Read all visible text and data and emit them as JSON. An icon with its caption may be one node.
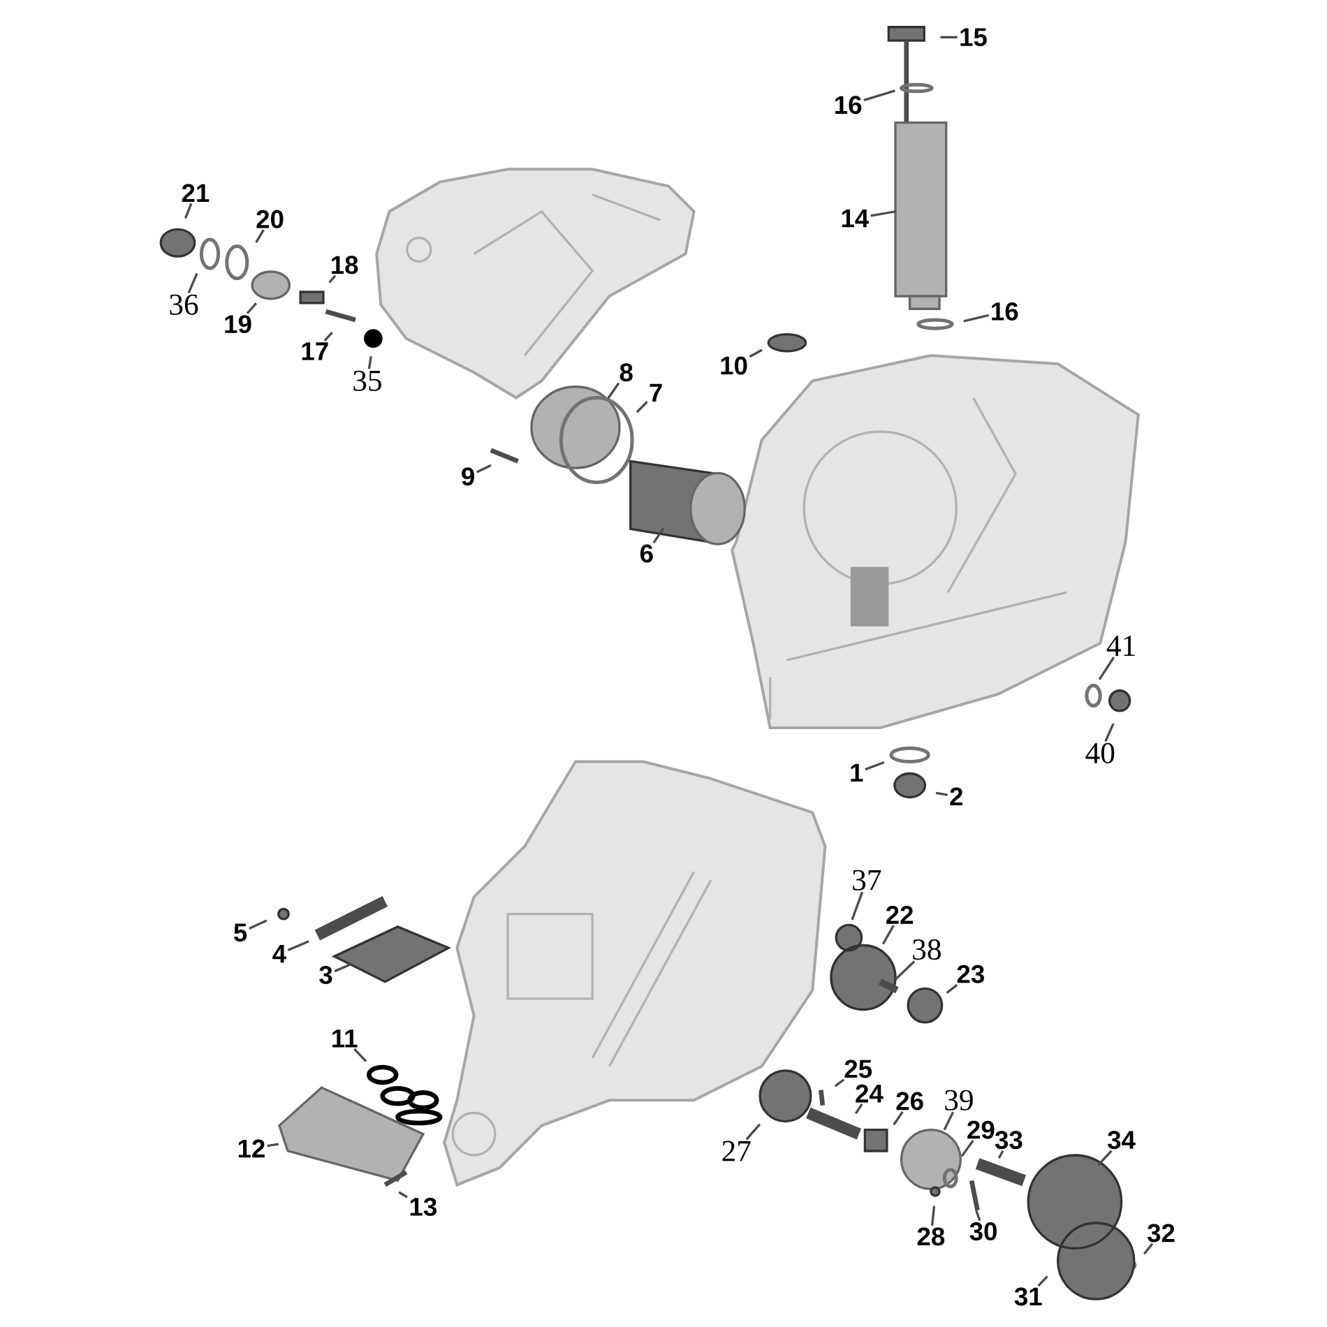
{
  "diagram": {
    "nodes": [
      {
        "text": [
          "15"
        ]
      },
      {
        "text": [
          "16"
        ]
      },
      {
        "text": [
          "21"
        ]
      },
      {
        "text": [
          "20"
        ]
      },
      {
        "text": [
          "14"
        ]
      },
      {
        "text": [
          "18"
        ]
      },
      {
        "text": [
          "36"
        ]
      },
      {
        "text": [
          "16"
        ]
      },
      {
        "text": [
          "19"
        ]
      },
      {
        "text": [
          "17"
        ]
      },
      {
        "text": [
          "10"
        ]
      },
      {
        "text": [
          "35"
        ]
      },
      {
        "text": [
          "8"
        ]
      },
      {
        "text": [
          "7"
        ]
      },
      {
        "text": [
          "9"
        ]
      },
      {
        "text": [
          "6"
        ]
      },
      {
        "text": [
          "41"
        ]
      },
      {
        "text": [
          "40"
        ]
      },
      {
        "text": [
          "1"
        ]
      },
      {
        "text": [
          "2"
        ]
      },
      {
        "text": [
          "37"
        ]
      },
      {
        "text": [
          "22"
        ]
      },
      {
        "text": [
          "5"
        ]
      },
      {
        "text": [
          "38"
        ]
      },
      {
        "text": [
          "4"
        ]
      },
      {
        "text": [
          "23"
        ]
      },
      {
        "text": [
          "3"
        ]
      },
      {
        "text": [
          "11"
        ]
      },
      {
        "text": [
          "25"
        ]
      },
      {
        "text": [
          "24"
        ]
      },
      {
        "text": [
          "26"
        ]
      },
      {
        "text": [
          "39"
        ]
      },
      {
        "text": [
          "29"
        ]
      },
      {
        "text": [
          "33"
        ]
      },
      {
        "text": [
          "27"
        ]
      },
      {
        "text": [
          "34"
        ]
      },
      {
        "text": [
          "12"
        ]
      },
      {
        "text": [
          "13"
        ]
      },
      {
        "text": [
          "28"
        ]
      },
      {
        "text": [
          "30"
        ]
      },
      {
        "text": [
          "32"
        ]
      },
      {
        "text": [
          "31"
        ]
      }
    ],
    "edges": [
      {
        "from": 0,
        "to": null,
        "arrow": "none"
      },
      {
        "from": 1,
        "to": null,
        "arrow": "none"
      },
      {
        "from": 2,
        "to": null,
        "arrow": "none"
      },
      {
        "from": 3,
        "to": null,
        "arrow": "none"
      },
      {
        "from": 4,
        "to": null,
        "arrow": "none"
      },
      {
        "from": 5,
        "to": null,
        "arrow": "none"
      },
      {
        "from": 6,
        "to": null,
        "arrow": "none"
      },
      {
        "from": 7,
        "to": null,
        "arrow": "none"
      },
      {
        "from": 8,
        "to": null,
        "arrow": "none"
      },
      {
        "from": 9,
        "to": null,
        "arrow": "none"
      },
      {
        "from": 10,
        "to": null,
        "arrow": "none"
      },
      {
        "from": 11,
        "to": null,
        "arrow": "none"
      },
      {
        "from": 12,
        "to": null,
        "arrow": "none"
      },
      {
        "from": 13,
        "to": null,
        "arrow": "none"
      },
      {
        "from": 14,
        "to": null,
        "arrow": "none"
      },
      {
        "from": 15,
        "to": null,
        "arrow": "none"
      },
      {
        "from": 16,
        "to": null,
        "arrow": "none"
      },
      {
        "from": 17,
        "to": null,
        "arrow": "none"
      },
      {
        "from": 18,
        "to": null,
        "arrow": "none"
      },
      {
        "from": 19,
        "to": null,
        "arrow": "none"
      },
      {
        "from": 20,
        "to": null,
        "arrow": "none"
      },
      {
        "from": 21,
        "to": null,
        "arrow": "none"
      },
      {
        "from": 22,
        "to": null,
        "arrow": "none"
      },
      {
        "from": 23,
        "to": null,
        "arrow": "none"
      },
      {
        "from": 24,
        "to": null,
        "arrow": "none"
      },
      {
        "from": 25,
        "to": null,
        "arrow": "none"
      },
      {
        "from": 26,
        "to": null,
        "arrow": "none"
      },
      {
        "from": 27,
        "to": null,
        "arrow": "none"
      },
      {
        "from": 28,
        "to": null,
        "arrow": "none"
      },
      {
        "from": 29,
        "to": null,
        "arrow": "none"
      },
      {
        "from": 30,
        "to": null,
        "arrow": "none"
      },
      {
        "from": 31,
        "to": null,
        "arrow": "none"
      },
      {
        "from": 32,
        "to": null,
        "arrow": "none"
      },
      {
        "from": 33,
        "to": null,
        "arrow": "none"
      },
      {
        "from": 34,
        "to": null,
        "arrow": "none"
      },
      {
        "from": 35,
        "to": null,
        "arrow": "none"
      },
      {
        "from": 36,
        "to": null,
        "arrow": "none"
      },
      {
        "from": 37,
        "to": null,
        "arrow": "none"
      },
      {
        "from": 38,
        "to": null,
        "arrow": "none"
      },
      {
        "from": 39,
        "to": null,
        "arrow": "none"
      },
      {
        "from": 40,
        "to": null,
        "arrow": "none"
      },
      {
        "from": 41,
        "to": null,
        "arrow": "none"
      }
    ]
  }
}
